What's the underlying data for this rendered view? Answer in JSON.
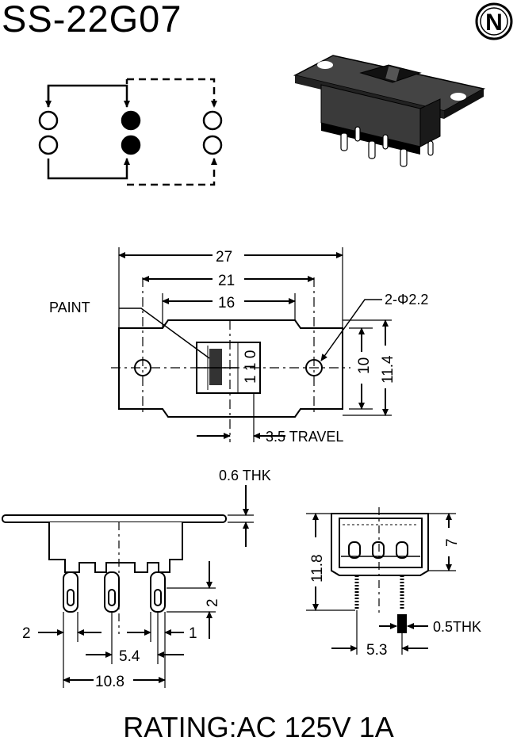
{
  "title": "SS-22G07",
  "logo": {
    "letter": "N",
    "icon": "n-logo-icon"
  },
  "top_view": {
    "paint_label": "PAINT",
    "hole_label": "2-Φ2.2",
    "dim_27": "27",
    "dim_21": "21",
    "dim_16": "16",
    "dim_10": "10",
    "dim_11_4": "11.4",
    "travel_label": "3.5 TRAVEL",
    "position_mark": "1 1 0"
  },
  "side_view": {
    "thk_label": "0.6 THK",
    "dim_2": "2",
    "dim_2_vertical": "2",
    "dim_1": "1",
    "dim_5_4": "5.4",
    "dim_10_8": "10.8"
  },
  "end_view": {
    "dim_11_8": "11.8",
    "dim_7": "7",
    "dim_0_5thk": "0.5THK",
    "dim_5_3": "5.3"
  },
  "rating": "RATING:AC 125V 1A",
  "colors": {
    "ink": "#000000",
    "paper": "#ffffff",
    "body_fill": "#3a3a3a"
  }
}
